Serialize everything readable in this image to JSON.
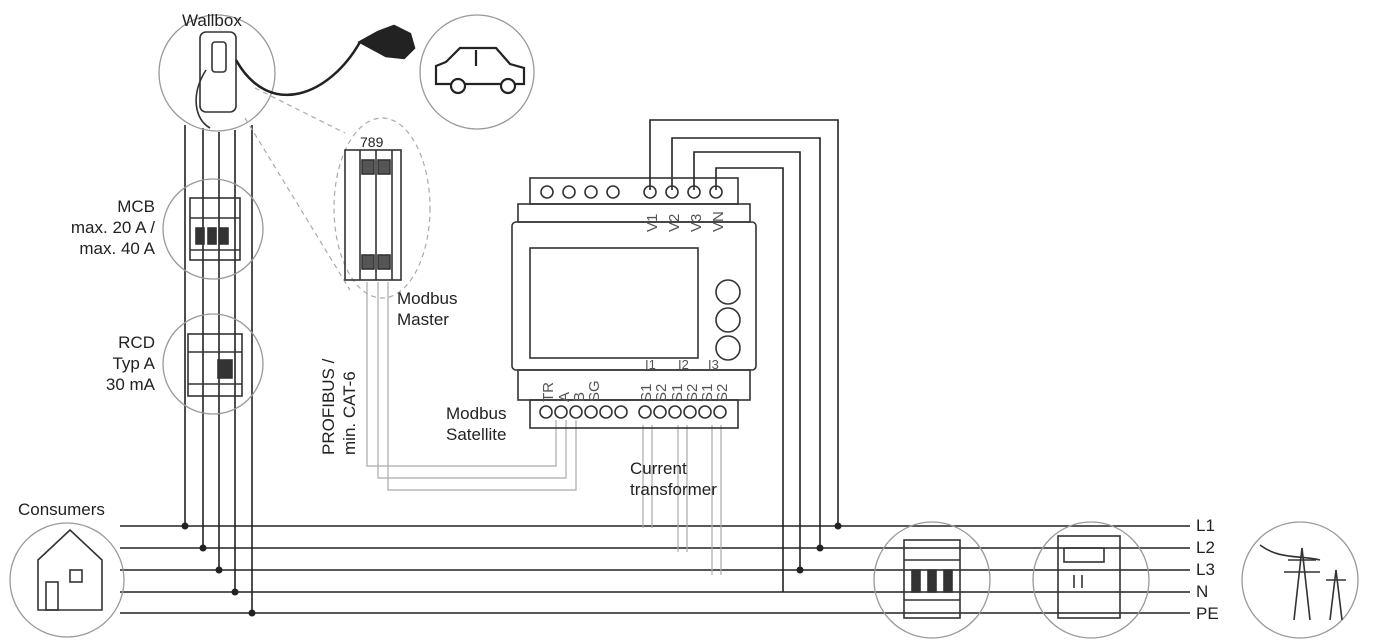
{
  "labels": {
    "wallbox": "Wallbox",
    "mcb_line1": "MCB",
    "mcb_line2": "max. 20 A /",
    "mcb_line3": "max. 40 A",
    "rcd_line1": "RCD",
    "rcd_line2": "Typ A",
    "rcd_line3": "30 mA",
    "modbus_master_line1": "Modbus",
    "modbus_master_line2": "Master",
    "terminal_numbers": "789",
    "profibus_line1": "PROFIBUS /",
    "profibus_line2": "min. CAT-6",
    "modbus_satellite_line1": "Modbus",
    "modbus_satellite_line2": "Satellite",
    "current_transformer_line1": "Current",
    "current_transformer_line2": "transformer",
    "consumers": "Consumers"
  },
  "meter_terminals": {
    "voltage": [
      "V1",
      "V2",
      "V3",
      "VN"
    ],
    "current_groups": [
      "I1",
      "I2",
      "I3"
    ],
    "bus": [
      "TR",
      "A",
      "B",
      "SG"
    ],
    "ct": [
      "S1",
      "S2",
      "S1",
      "S2",
      "S1",
      "S2"
    ]
  },
  "grid_lines": [
    "L1",
    "L2",
    "L3",
    "N",
    "PE"
  ],
  "icons": [
    "wallbox-icon",
    "ev-plug-icon",
    "car-icon",
    "mcb-icon",
    "rcd-icon",
    "modbus-master-module-icon",
    "energy-meter-icon",
    "house-icon",
    "main-breaker-icon",
    "utility-meter-icon",
    "power-pylon-icon"
  ]
}
